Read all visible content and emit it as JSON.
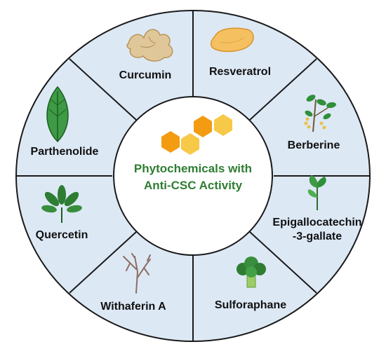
{
  "center": {
    "title_line1": "Phytochemicals with",
    "title_line2": "Anti-CSC Activity"
  },
  "segments": [
    {
      "id": "curcumin",
      "label": "Curcumin",
      "icon": "ginger-root-icon"
    },
    {
      "id": "resveratrol",
      "label": "Resveratrol",
      "icon": "grape-skin-icon"
    },
    {
      "id": "berberine",
      "label": "Berberine",
      "icon": "berberis-plant-icon"
    },
    {
      "id": "egcg",
      "label_line1": "Epigallocatechin",
      "label_line2": "-3-gallate",
      "icon": "tea-leaf-icon"
    },
    {
      "id": "sulforaphane",
      "label": "Sulforaphane",
      "icon": "broccoli-icon"
    },
    {
      "id": "withaferin",
      "label": "Withaferin A",
      "icon": "withania-root-icon"
    },
    {
      "id": "quercetin",
      "label": "Quercetin",
      "icon": "palmate-leaf-icon"
    },
    {
      "id": "parthenolide",
      "label": "Parthenolide",
      "icon": "green-leaf-icon"
    }
  ],
  "colors": {
    "ring_fill": "#dde8f5",
    "outline": "#1a1a1a",
    "title_color": "#2e7d32",
    "hex_orange": "#f39c12",
    "hex_yellow": "#f7c948",
    "leaf_green": "#2f8f3a"
  }
}
